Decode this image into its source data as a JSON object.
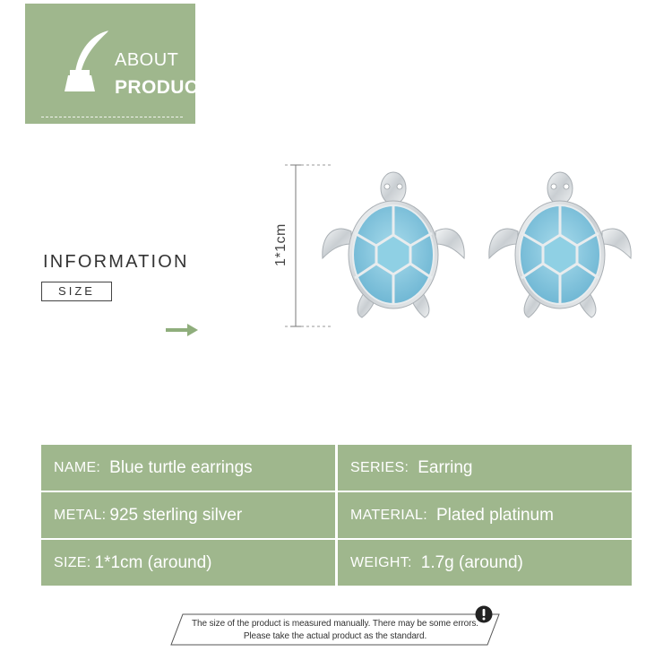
{
  "header": {
    "line1": "ABOUT",
    "line2": "PRODUCT",
    "icon": "quill-inkwell-icon",
    "accent_color": "#9fb78d"
  },
  "information": {
    "title": "INFORMATION",
    "subtitle": "SIZE",
    "arrow_icon": "arrow-right-icon"
  },
  "dimension": {
    "label": "1*1cm"
  },
  "product_images": [
    {
      "name": "turtle-earring-left",
      "colors": {
        "shell": "#7fc3db",
        "metal": "#d9dde0"
      }
    },
    {
      "name": "turtle-earring-right",
      "colors": {
        "shell": "#7fc3db",
        "metal": "#d9dde0"
      }
    }
  ],
  "specs": [
    {
      "label": "NAME:",
      "value": "Blue turtle earrings"
    },
    {
      "label": "SERIES:",
      "value": "Earring"
    },
    {
      "label": "METAL:",
      "value": "925 sterling silver"
    },
    {
      "label": "MATERIAL:",
      "value": "Plated platinum"
    },
    {
      "label": "SIZE:",
      "value": "1*1cm (around)"
    },
    {
      "label": "WEIGHT:",
      "value": "1.7g (around)"
    }
  ],
  "note": {
    "line1": "The size of the product is measured manually. There may be some errors.",
    "line2": "Please take the actual product as the standard.",
    "icon": "exclamation-circle-icon"
  }
}
